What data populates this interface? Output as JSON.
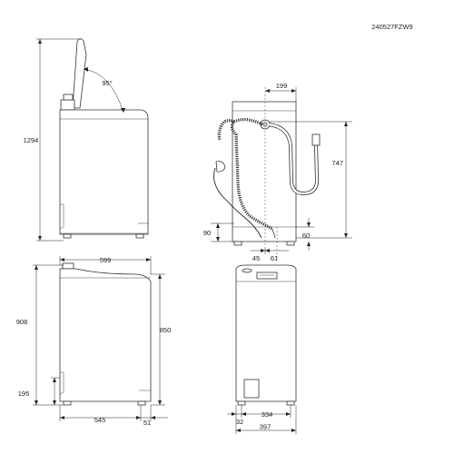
{
  "document_code": "240527FZW9",
  "dimensions": {
    "total_height_lid_open": "1294",
    "lid_angle": "95°",
    "hose_offset_top": "199",
    "inlet_height": "747",
    "drain_min_height": "90",
    "drain_offset_right": "60",
    "hose_offset_a": "45",
    "hose_offset_b": "61",
    "depth_top": "599",
    "height_total": "908",
    "height_body": "850",
    "foot_height": "195",
    "depth_body": "545",
    "depth_extra": "51",
    "width_inner": "334",
    "width_total": "397",
    "foot_offset": "32"
  }
}
